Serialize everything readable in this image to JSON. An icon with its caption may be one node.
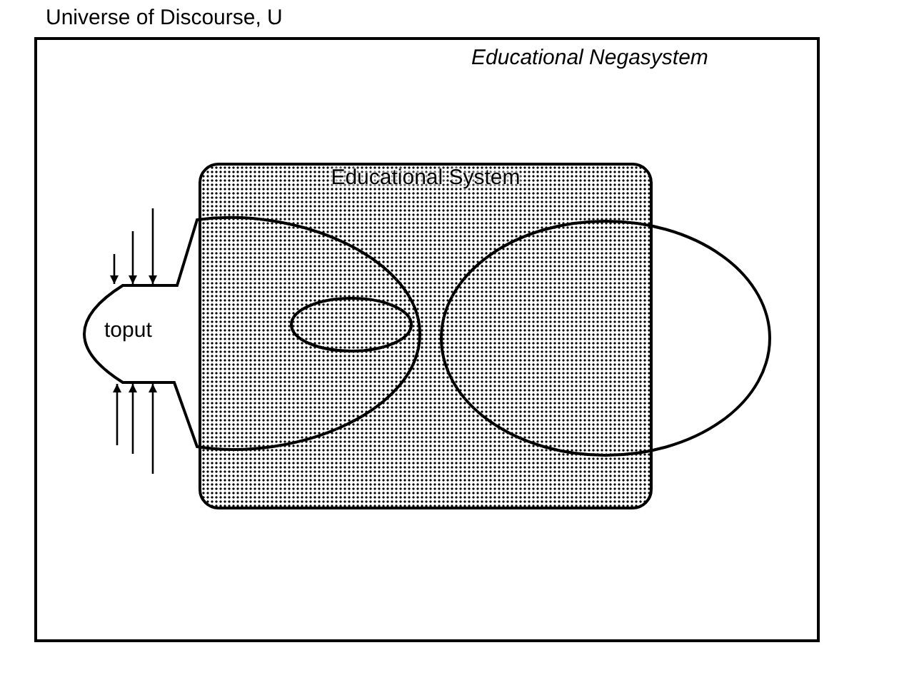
{
  "diagram": {
    "nodes": [
      {
        "text": [
          "Universe of Discourse, U",
          "Educational Negasystem"
        ]
      },
      {
        "text": [
          "Educational System"
        ],
        "in": 0
      },
      {
        "text": [
          "toput"
        ],
        "in": 0
      },
      {
        "text": [],
        "shape": "ellipse"
      },
      {
        "text": [],
        "shape": "ellipse",
        "in": 0
      }
    ],
    "edges": [
      {
        "from": null,
        "to": 2,
        "arrow": "to"
      },
      {
        "from": null,
        "to": 2,
        "arrow": "to"
      },
      {
        "from": null,
        "to": 2,
        "arrow": "to"
      },
      {
        "from": null,
        "to": 2,
        "arrow": "to"
      },
      {
        "from": null,
        "to": 2,
        "arrow": "to"
      },
      {
        "from": null,
        "to": 2,
        "arrow": "to"
      }
    ]
  }
}
